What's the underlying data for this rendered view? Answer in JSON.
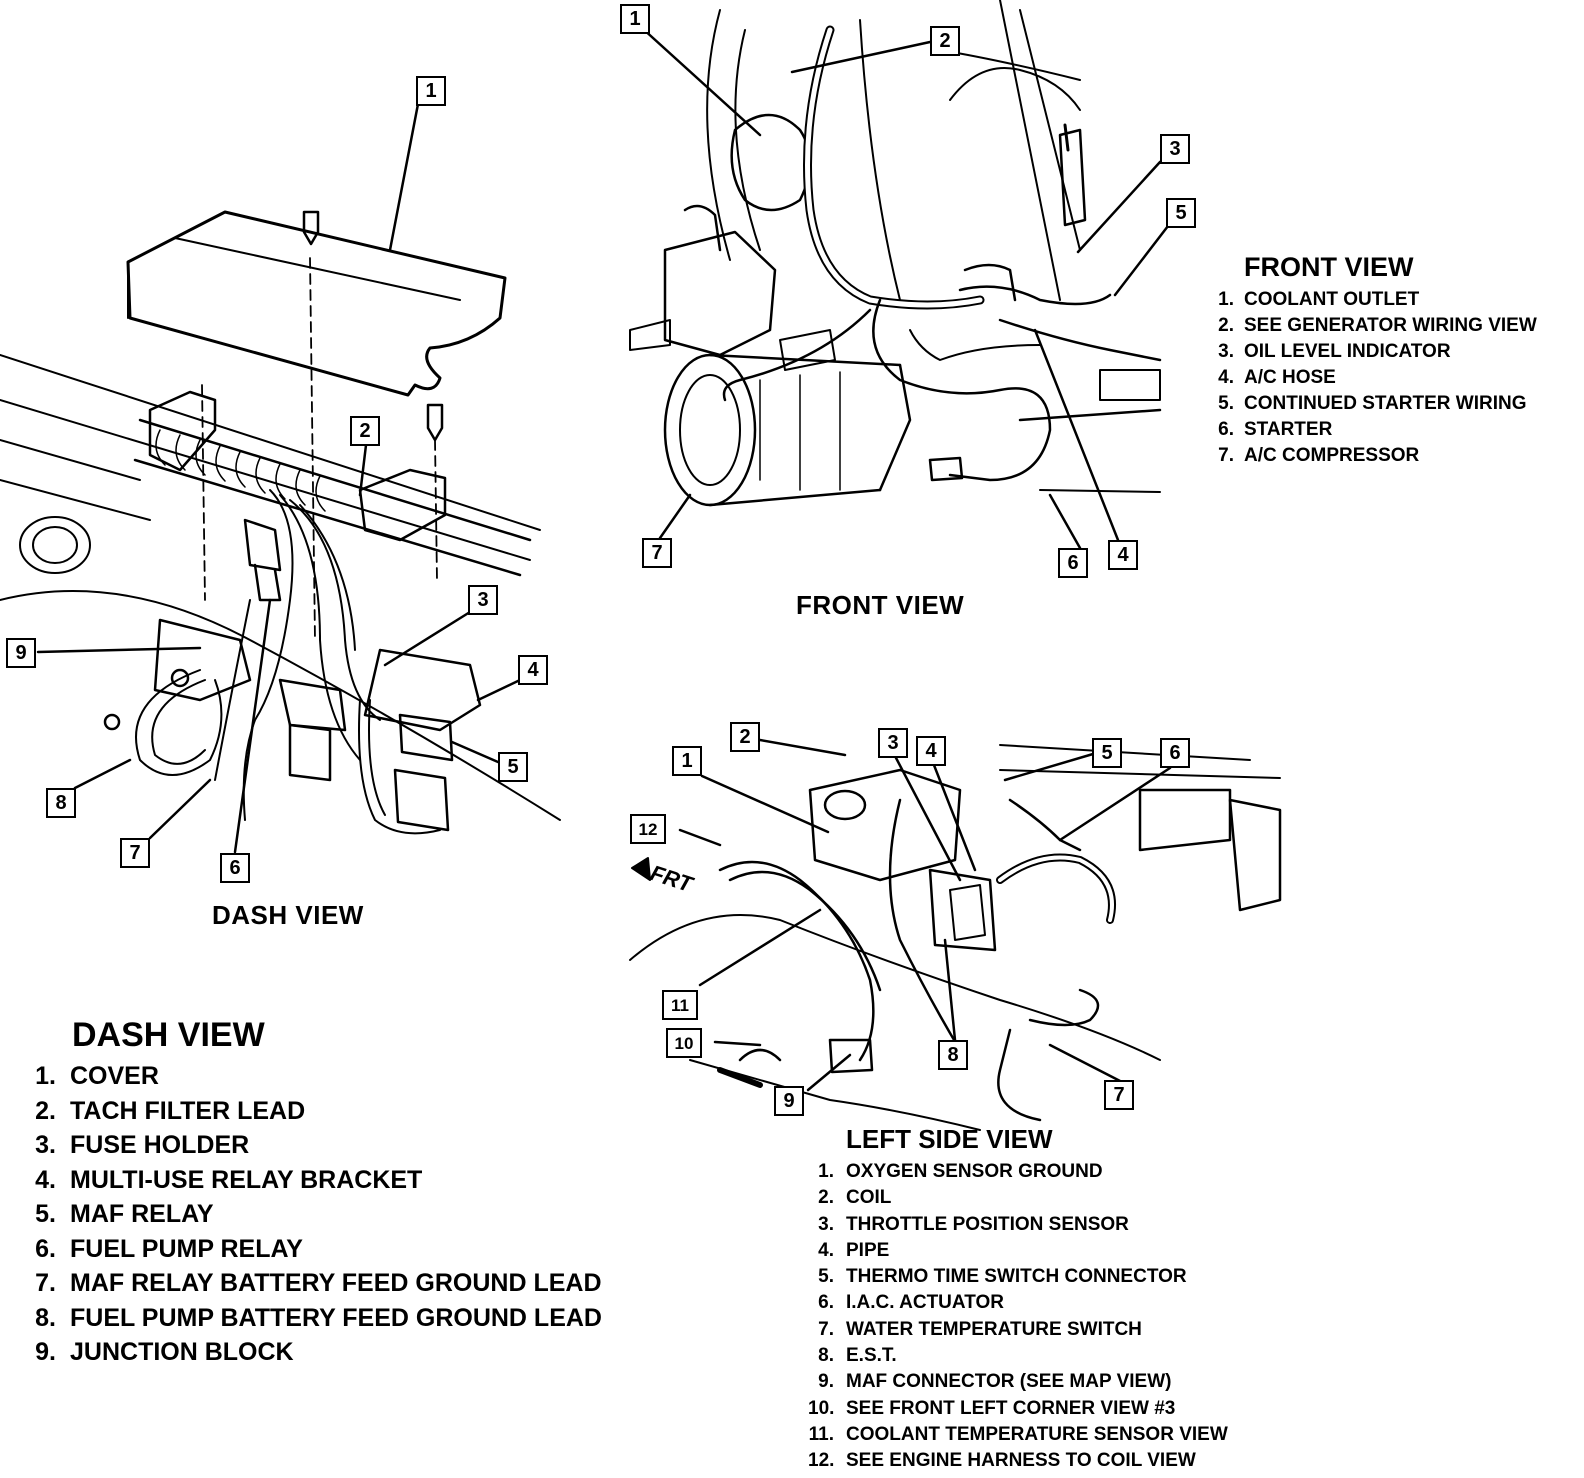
{
  "dash_view": {
    "caption": "DASH VIEW",
    "legend_title": "DASH VIEW",
    "callouts": [
      "1",
      "2",
      "3",
      "4",
      "5",
      "6",
      "7",
      "8",
      "9"
    ],
    "items": [
      {
        "num": "1.",
        "text": "COVER"
      },
      {
        "num": "2.",
        "text": "TACH FILTER LEAD"
      },
      {
        "num": "3.",
        "text": "FUSE HOLDER"
      },
      {
        "num": "4.",
        "text": "MULTI-USE RELAY BRACKET"
      },
      {
        "num": "5.",
        "text": "MAF RELAY"
      },
      {
        "num": "6.",
        "text": "FUEL PUMP RELAY"
      },
      {
        "num": "7.",
        "text": "MAF RELAY BATTERY FEED GROUND LEAD"
      },
      {
        "num": "8.",
        "text": "FUEL PUMP BATTERY FEED GROUND LEAD"
      },
      {
        "num": "9.",
        "text": "JUNCTION BLOCK"
      }
    ]
  },
  "front_view": {
    "caption": "FRONT VIEW",
    "legend_title": "FRONT VIEW",
    "callouts": [
      "1",
      "2",
      "3",
      "4",
      "5",
      "6",
      "7"
    ],
    "items": [
      {
        "num": "1.",
        "text": "COOLANT OUTLET"
      },
      {
        "num": "2.",
        "text": "SEE GENERATOR WIRING VIEW"
      },
      {
        "num": "3.",
        "text": "OIL LEVEL INDICATOR"
      },
      {
        "num": "4.",
        "text": "A/C HOSE"
      },
      {
        "num": "5.",
        "text": "CONTINUED STARTER WIRING"
      },
      {
        "num": "6.",
        "text": "STARTER"
      },
      {
        "num": "7.",
        "text": "A/C COMPRESSOR"
      }
    ]
  },
  "left_side_view": {
    "legend_title": "LEFT SIDE VIEW",
    "direction_label": "FRT",
    "callouts": [
      "1",
      "2",
      "3",
      "4",
      "5",
      "6",
      "7",
      "8",
      "9",
      "10",
      "11",
      "12"
    ],
    "items": [
      {
        "num": "1.",
        "text": "OXYGEN SENSOR GROUND"
      },
      {
        "num": "2.",
        "text": "COIL"
      },
      {
        "num": "3.",
        "text": "THROTTLE POSITION SENSOR"
      },
      {
        "num": "4.",
        "text": "PIPE"
      },
      {
        "num": "5.",
        "text": "THERMO TIME SWITCH CONNECTOR"
      },
      {
        "num": "6.",
        "text": "I.A.C. ACTUATOR"
      },
      {
        "num": "7.",
        "text": "WATER TEMPERATURE SWITCH"
      },
      {
        "num": "8.",
        "text": "E.S.T."
      },
      {
        "num": "9.",
        "text": "MAF CONNECTOR (SEE MAP VIEW)"
      },
      {
        "num": "10.",
        "text": "SEE FRONT LEFT CORNER VIEW #3"
      },
      {
        "num": "11.",
        "text": "COOLANT TEMPERATURE SENSOR VIEW"
      },
      {
        "num": "12.",
        "text": "SEE ENGINE HARNESS TO COIL VIEW"
      }
    ]
  }
}
